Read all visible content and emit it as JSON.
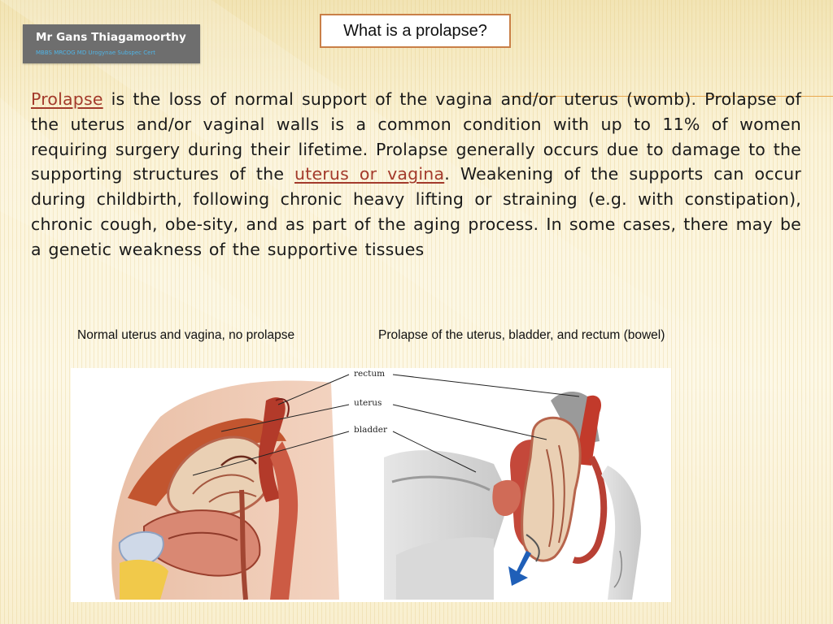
{
  "brand": {
    "name": "Mr Gans Thiagamoorthy",
    "credentials": "MBBS MRCOG MD Urogynae Subspec Cert"
  },
  "title": "What is a prolapse?",
  "paragraph": {
    "link1": "Prolapse",
    "part1": " is the loss of normal support of the vagina and/or uterus (womb). Prolapse of the uterus and/or vaginal walls is a common condition with up to 11% of women requiring surgery during their lifetime. Prolapse generally occurs due to damage to the supporting structures of the ",
    "link2": "uterus or vagina",
    "part2": ". Weakening of the supports can occur during childbirth, following chronic heavy lifting or straining (e.g. with constipation), chronic cough, obe-sity, and as part of the aging process. In some cases, there may be a genetic weakness of the supportive tissues"
  },
  "captions": {
    "left": "Normal uterus and vagina, no prolapse",
    "right": "Prolapse of the uterus, bladder, and rectum (bowel)"
  },
  "figure_labels": {
    "rectum": "rectum",
    "uterus": "uterus",
    "bladder": "bladder"
  },
  "colors": {
    "link": "#a33a2b",
    "title_border": "#c97f47",
    "brand_bg": "#6e6e6e",
    "brand_sub": "#4fb4e6",
    "accent_rule": "#e9a84e",
    "arrow": "#1f5fb8"
  }
}
